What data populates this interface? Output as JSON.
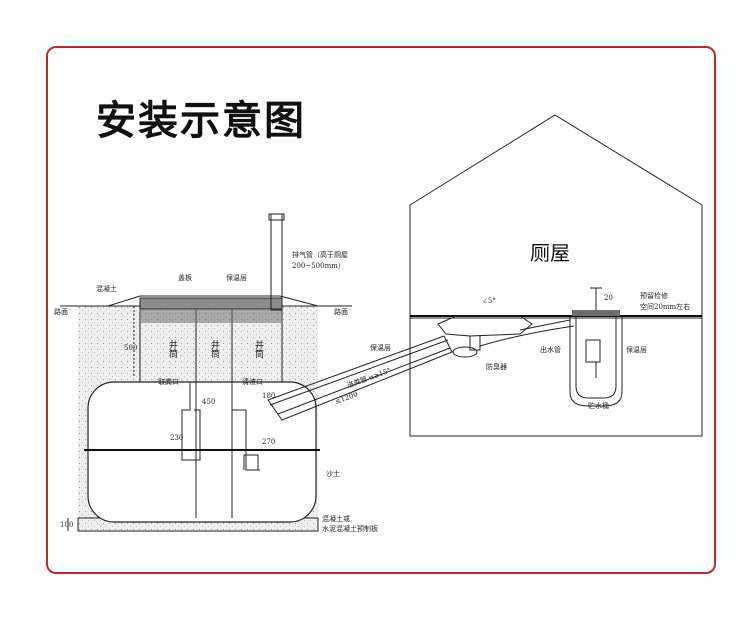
{
  "title": "安装示意图",
  "colors": {
    "frame": "#c0282d",
    "soil": "#ebebeb",
    "lid": "#8c8c8c",
    "line": "#222222"
  },
  "labels": {
    "toilet_room": "厕屋",
    "concrete_top": "混凝土",
    "cover": "盖板",
    "insulation_tank": "保温层",
    "vent_pipe": "排气管（高于厕屋",
    "vent_pipe_size": "200~500mm）",
    "ground_left": "路面",
    "ground_right": "路面",
    "shaft_1": "井筒",
    "shaft_2": "井筒",
    "shaft_3": "井筒",
    "depth_500": "500",
    "inlet_port": "取粪口",
    "cleaning_port": "清渣口",
    "dim_450": "450",
    "dim_230": "230",
    "dim_180": "180",
    "dim_270": "270",
    "insulation_pipe": "保温层",
    "feed_pipe_slope": "进粪管 α≥15°",
    "feed_pipe_len": "≤1200",
    "sand": "沙土",
    "base_concrete": "混凝土或",
    "base_slab": "水泥混凝土预制板",
    "dim_100": "100",
    "slope_angle": "∠5°",
    "odor_trap": "防臭器",
    "outlet_pipe": "出水管",
    "insulation_house": "保温层",
    "dim_20": "20",
    "reserved_check": "预留检修",
    "reserved_space": "空间20mm左右",
    "water_tank": "贮水桶"
  }
}
